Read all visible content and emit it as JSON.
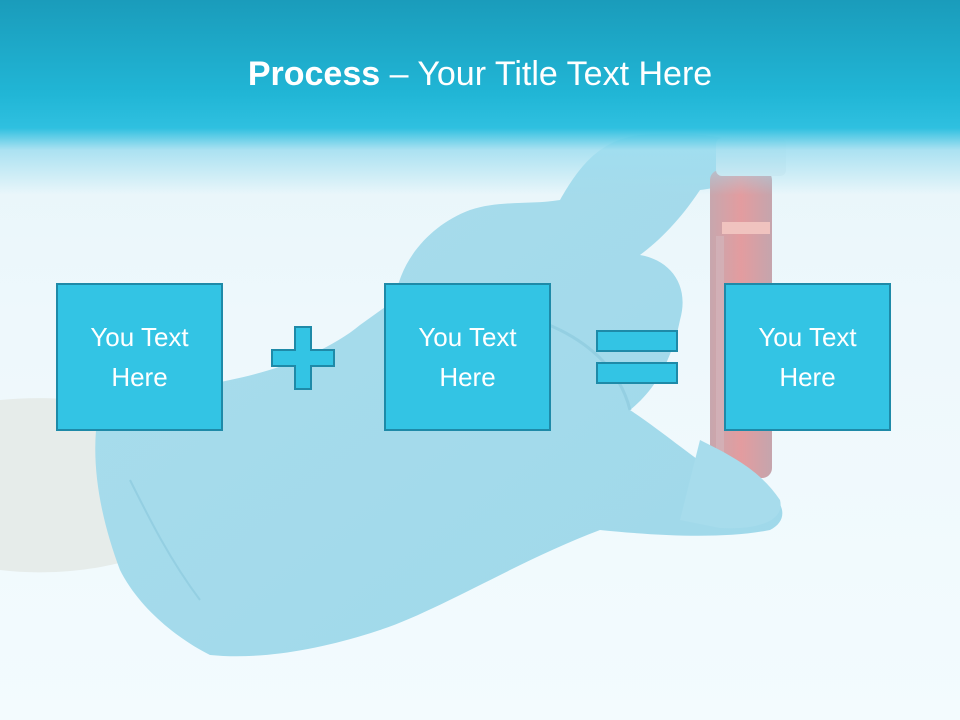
{
  "slide": {
    "title_bold": "Process",
    "title_rest": " – Your Title Text Here"
  },
  "process": {
    "boxes": [
      {
        "line1": "You Text",
        "line2": "Here"
      },
      {
        "line1": "You Text",
        "line2": "Here"
      },
      {
        "line1": "You Text",
        "line2": "Here"
      }
    ],
    "operators": [
      "plus-icon",
      "equals-icon"
    ]
  },
  "colors": {
    "title_band": "#21b6d6",
    "box_fill": "#33c4e4",
    "box_border": "#1e8aa8",
    "text": "#ffffff"
  }
}
